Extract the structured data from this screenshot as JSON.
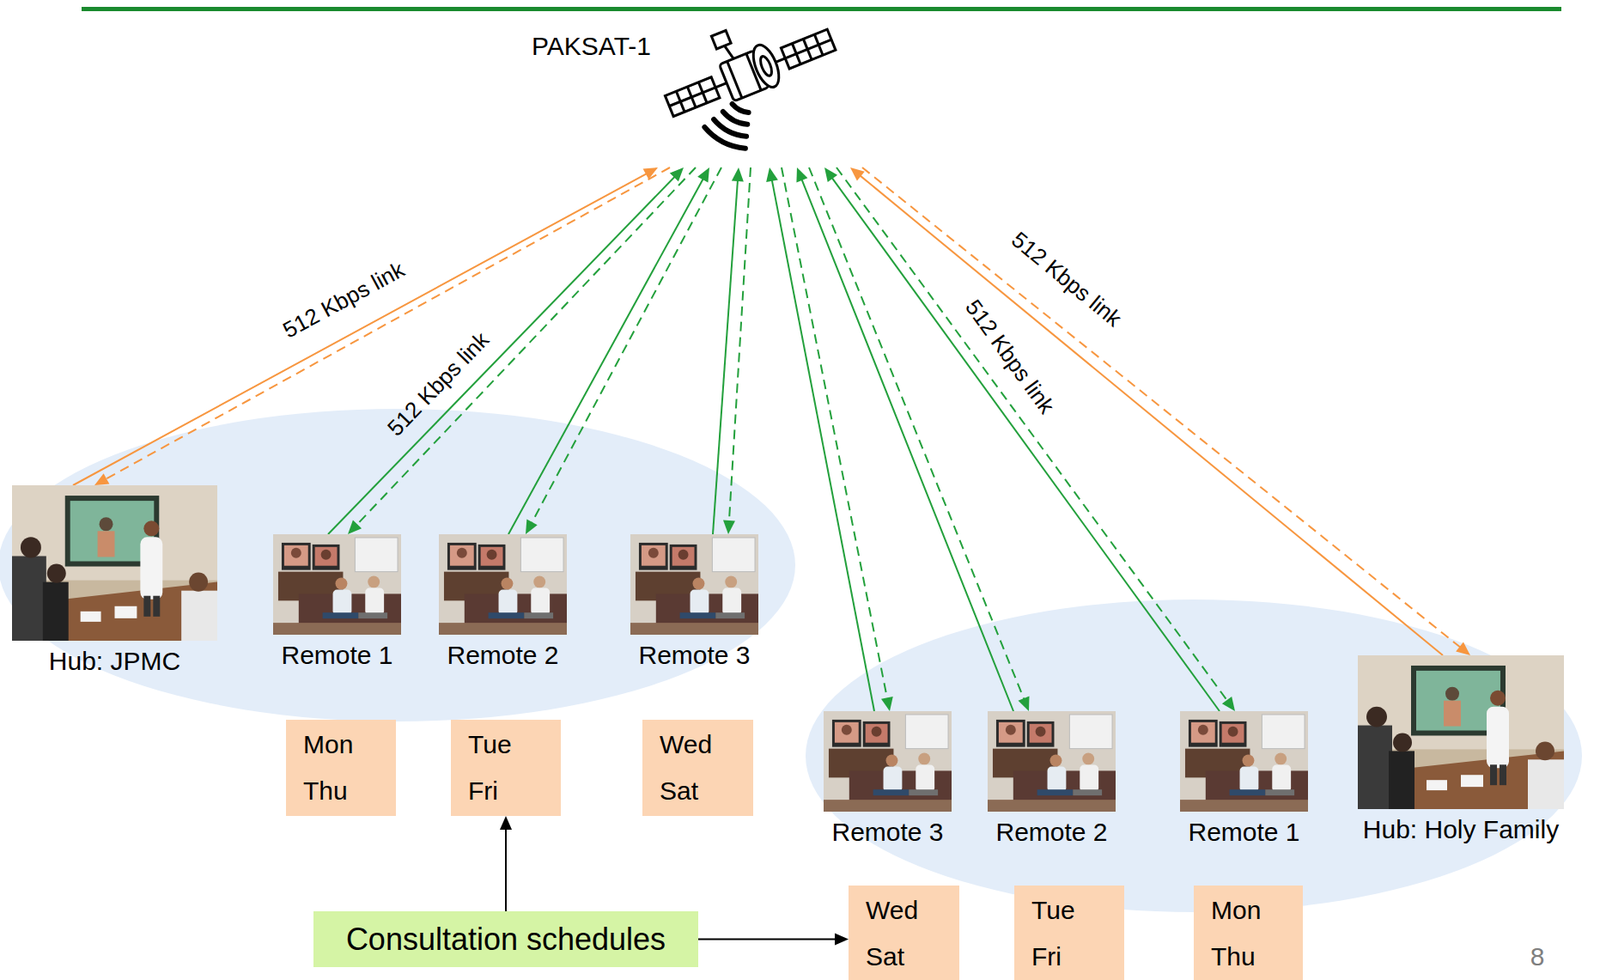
{
  "diagram": {
    "nodes": [
      {
        "text": [
          "PAKSAT-1"
        ]
      },
      {
        "text": [
          "Hub: JPMC"
        ]
      },
      {
        "text": [
          "Remote 1"
        ]
      },
      {
        "text": [
          "Remote 2"
        ]
      },
      {
        "text": [
          "Remote 3"
        ]
      },
      {
        "text": [
          "Remote 3"
        ]
      },
      {
        "text": [
          "Remote 2"
        ]
      },
      {
        "text": [
          "Remote 1"
        ]
      },
      {
        "text": [
          "Hub: Holy Family"
        ]
      },
      {
        "text": [
          "Mon Thu"
        ]
      },
      {
        "text": [
          "Tue Fri"
        ]
      },
      {
        "text": [
          "Wed Sat"
        ]
      },
      {
        "text": [
          "Wed Sat"
        ]
      },
      {
        "text": [
          "Tue Fri"
        ]
      },
      {
        "text": [
          "Mon Thu"
        ]
      },
      {
        "text": [
          "Consultation schedules"
        ]
      }
    ],
    "edges": [
      {
        "from": 1,
        "to": 0,
        "arrow": "to",
        "label": "512 Kbps link"
      },
      {
        "from": 0,
        "to": 1,
        "arrow": "to"
      },
      {
        "from": 2,
        "to": 0,
        "arrow": "to",
        "label": "512 Kbps link"
      },
      {
        "from": 0,
        "to": 2,
        "arrow": "to"
      },
      {
        "from": 3,
        "to": 0,
        "arrow": "to"
      },
      {
        "from": 0,
        "to": 3,
        "arrow": "to"
      },
      {
        "from": 4,
        "to": 0,
        "arrow": "to"
      },
      {
        "from": 0,
        "to": 4,
        "arrow": "to"
      },
      {
        "from": 5,
        "to": 0,
        "arrow": "to"
      },
      {
        "from": 0,
        "to": 5,
        "arrow": "to"
      },
      {
        "from": 6,
        "to": 0,
        "arrow": "to"
      },
      {
        "from": 0,
        "to": 6,
        "arrow": "to"
      },
      {
        "from": 7,
        "to": 0,
        "arrow": "to",
        "label": "512 Kbps link"
      },
      {
        "from": 0,
        "to": 7,
        "arrow": "to"
      },
      {
        "from": 8,
        "to": 0,
        "arrow": "to",
        "label": "512 Kbps link"
      },
      {
        "from": 0,
        "to": 8,
        "arrow": "to"
      },
      {
        "from": 15,
        "to": 10,
        "arrow": "to"
      },
      {
        "from": 15,
        "to": 12,
        "arrow": "to"
      }
    ],
    "labels": [
      "8"
    ]
  }
}
